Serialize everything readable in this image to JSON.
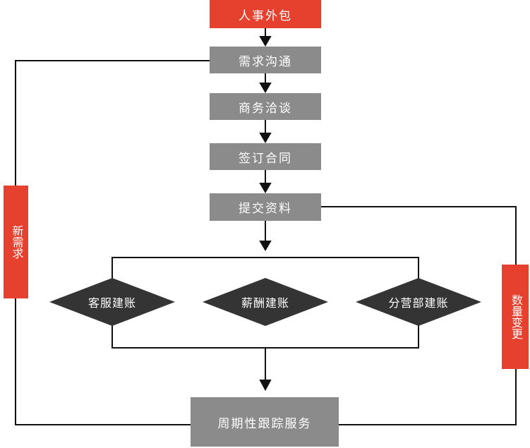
{
  "diagram": {
    "type": "flowchart",
    "colors": {
      "accent_red": "#e6402e",
      "step_gray": "#8b8b8b",
      "decision_dark": "#343434",
      "line_black": "#111111",
      "text_white": "#ffffff"
    },
    "nodes": {
      "start": "人事外包",
      "step1": "需求沟通",
      "step2": "商务洽谈",
      "step3": "签订合同",
      "step4": "提交资料",
      "decision1": "客服建账",
      "decision2": "薪酬建账",
      "decision3": "分营部建账",
      "end": "周期性跟踪服务",
      "left_loop_label": "新需求",
      "right_loop_label": "数量变更"
    }
  }
}
